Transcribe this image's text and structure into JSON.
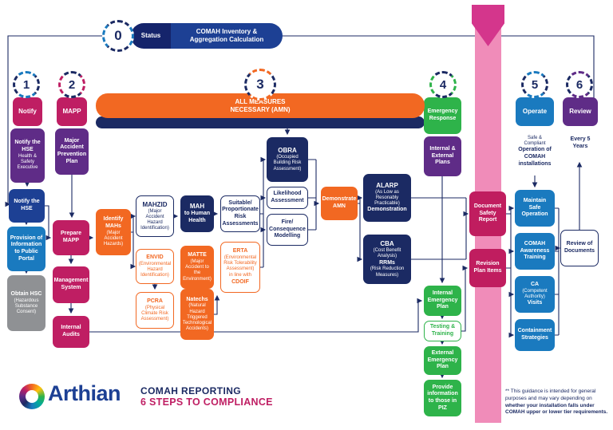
{
  "brand": {
    "name": "Arthian",
    "title_line1": "COMAH REPORTING",
    "title_line2": "6 STEPS TO COMPLIANCE"
  },
  "footnote": {
    "normal": "** This guidance is intended for general purposes and may vary depending on ",
    "bold": "whether your installation falls under COMAH upper or lower tier requirements."
  },
  "steps": {
    "s0": {
      "number": "0",
      "label": "Status",
      "box_line1": "COMAH Inventory &",
      "box_line2": "Aggregation Calculation"
    },
    "s1": {
      "number": "1",
      "tag": "Notify",
      "desc_bold": "Notify the HSE",
      "desc_rest": "Health & Safety Executive"
    },
    "s2": {
      "number": "2",
      "tag": "MAPP",
      "desc": "Major Accident Prevention Plan"
    },
    "s3": {
      "number": "3",
      "bar_line1": "ALL MEASURES",
      "bar_line2": "NECESSARY (AMN)"
    },
    "s4": {
      "number": "4",
      "tag": "Emergency Response",
      "desc": "Internal & External Plans"
    },
    "s5": {
      "number": "5",
      "tag": "Operate",
      "desc_normal": "Safe & Compliant",
      "desc_bold": "Operation of COMAH installations"
    },
    "s6": {
      "number": "6",
      "tag": "Review",
      "desc": "Every 5 Years"
    }
  },
  "left_flow": {
    "notify_hse_pre": "Notify the",
    "notify_hse_bold": "HSE",
    "public_portal": "Provision of Information to Public Portal",
    "hsc_pre": "Obtain",
    "hsc_bold": "HSC",
    "hsc_sub": "(Hazardous Substance Consent)"
  },
  "mapp_flow": {
    "prepare_mapp": "Prepare MAPP",
    "management_system": "Management System",
    "internal_audits": "Internal Audits"
  },
  "hazard_flow": {
    "identify_mahs": {
      "title": "Identify MAHs",
      "sub": "(Major Accident Hazards)"
    },
    "mahzid": {
      "title": "MAHZID",
      "sub": "(Major Accident Hazard Identification)"
    },
    "mah_human": {
      "title": "MAH",
      "sub": "to Human Health"
    },
    "suitable": "Suitable/ Proportionate Risk Assessments",
    "obra": {
      "title": "OBRA",
      "sub": "(Occupied Building Risk Assessment)"
    },
    "likelihood": "Likelihood Assessment",
    "fire": "Fire/ Consequence Modelling",
    "demonstrate_amn": "Demonstrate AMN",
    "alarp": {
      "title": "ALARP",
      "sub": "(As Low as Resonably Practicable)",
      "tail": "Demonstration"
    },
    "cba": {
      "title": "CBA",
      "sub": "(Cost Benefit Analysis)",
      "title2": "RRMs",
      "sub2": "(Risk Reduction Measures)"
    }
  },
  "environment_flow": {
    "envid": {
      "title": "ENVID",
      "sub": "(Environmental Hazard Identification)"
    },
    "matte": {
      "title": "MATTE",
      "sub": "(Major Accident to the Environment)"
    },
    "erta": {
      "title": "ERTA",
      "sub": "(Environmental Risk Tolerability Assessment)",
      "tail_normal": "in line with",
      "tail_bold": "CDOIF"
    },
    "pcra": {
      "title": "PCRA",
      "sub": "(Physical Climate Risk Assessment)"
    },
    "natechs": {
      "title": "Natechs",
      "sub": "(Natural Hazard Triggered Technological Accidents)"
    }
  },
  "report_flow": {
    "document_safety_report": "Document Safety Report",
    "revision_plan_items": "Revision Plan Items"
  },
  "emergency_flow": {
    "internal_ep": "Internal Emergency Plan",
    "testing_training": "Testing & Training",
    "external_ep": "External Emergency Plan",
    "piz_pre": "Provide information to those in",
    "piz_bold": "PIZ"
  },
  "operate_flow": {
    "maintain_safe": "Maintain Safe Operation",
    "comah_training": "COMAH Awareness Training",
    "ca_visits": {
      "title": "CA",
      "sub": "(Competent Authority)",
      "tail": "Visits"
    },
    "containment": "Containment Strategies",
    "review_docs": "Review of Documents"
  },
  "colors": {
    "navy": "#1b2a63",
    "blue": "#1a7abf",
    "royal": "#1d4094",
    "magenta": "#bf1e63",
    "crimson": "#c01d5f",
    "purple": "#5f2c87",
    "orange": "#f26822",
    "green": "#2eb34a",
    "pink": "#f08cb9",
    "dark_pink": "#d4368c",
    "gray": "#8f9194"
  }
}
